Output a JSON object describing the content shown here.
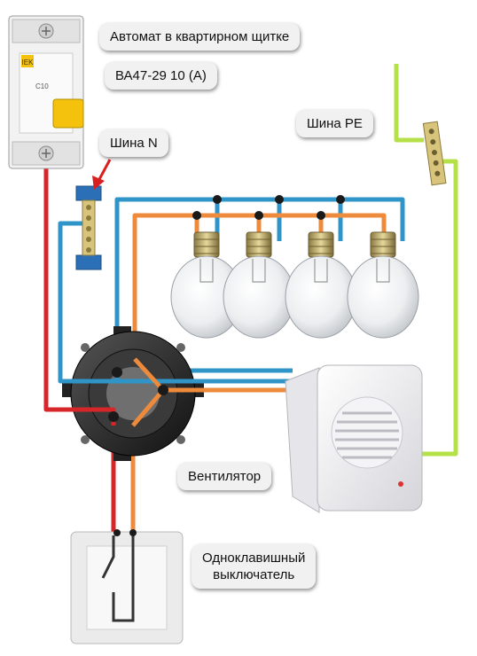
{
  "labels": {
    "breaker_title": "Автомат в квартирном щитке",
    "breaker_model": "ВА47-29 10 (А)",
    "bus_n": "Шина N",
    "bus_pe": "Шина РЕ",
    "fan": "Вентилятор",
    "switch_line1": "Одноклавишный",
    "switch_line2": "выключатель"
  },
  "breaker_face": {
    "brand": "IEK",
    "rating": "C10"
  },
  "colors": {
    "phase": "#d6262a",
    "neutral": "#2f95c8",
    "switched": "#ee8a3c",
    "ground": "#b6e047",
    "label_bg": "#f1f1f1"
  }
}
